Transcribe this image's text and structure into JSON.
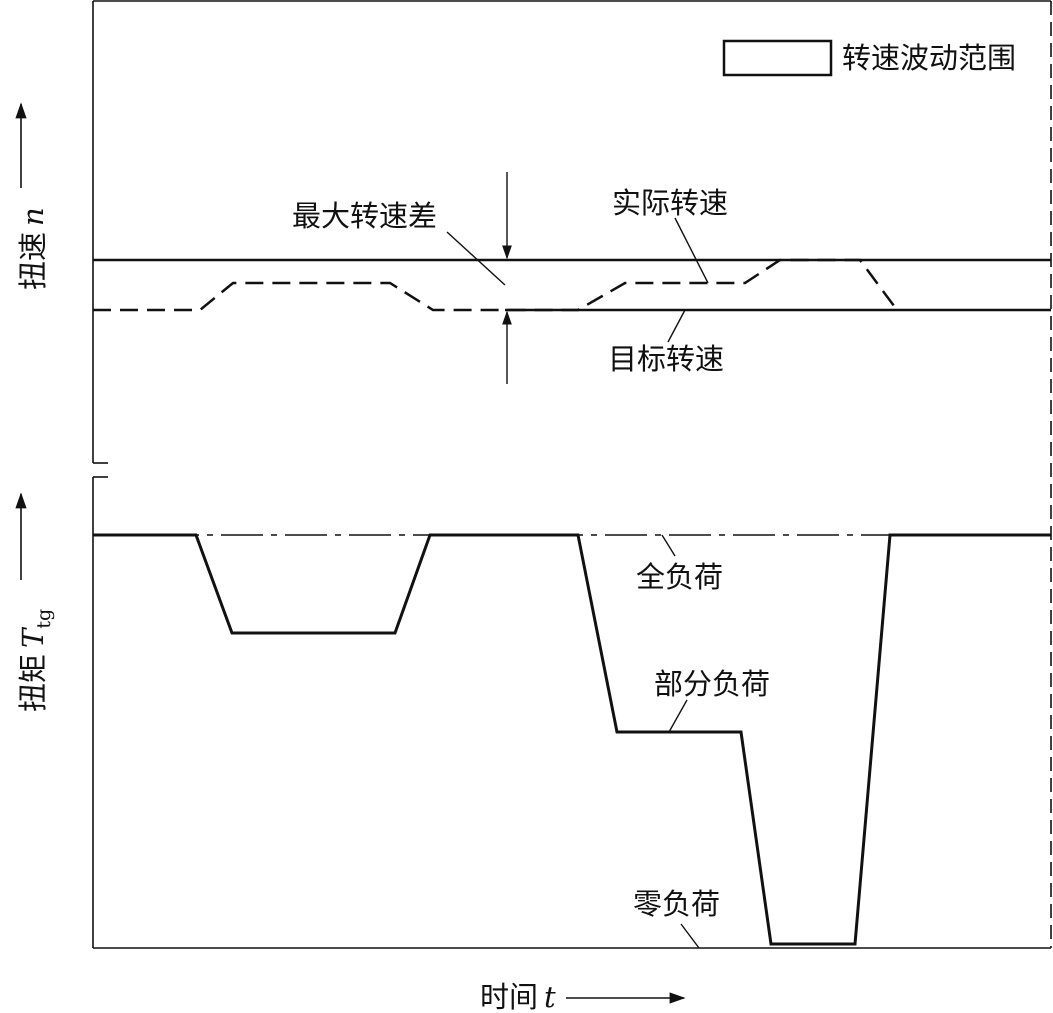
{
  "legend": {
    "label": "转速波动范围"
  },
  "upper_panel": {
    "y_axis_label": "扭速",
    "y_axis_symbol": "n",
    "annotations": {
      "max_speed_diff": "最大转速差",
      "actual_speed": "实际转速",
      "target_speed": "目标转速"
    }
  },
  "lower_panel": {
    "y_axis_label": "扭矩",
    "y_axis_symbol": "T",
    "y_axis_subscript": "tg",
    "annotations": {
      "full_load": "全负荷",
      "partial_load": "部分负荷",
      "zero_load": "零负荷"
    }
  },
  "x_axis": {
    "label": "时间",
    "symbol": "t"
  },
  "colors": {
    "ink": "#111111",
    "background": "#ffffff"
  }
}
